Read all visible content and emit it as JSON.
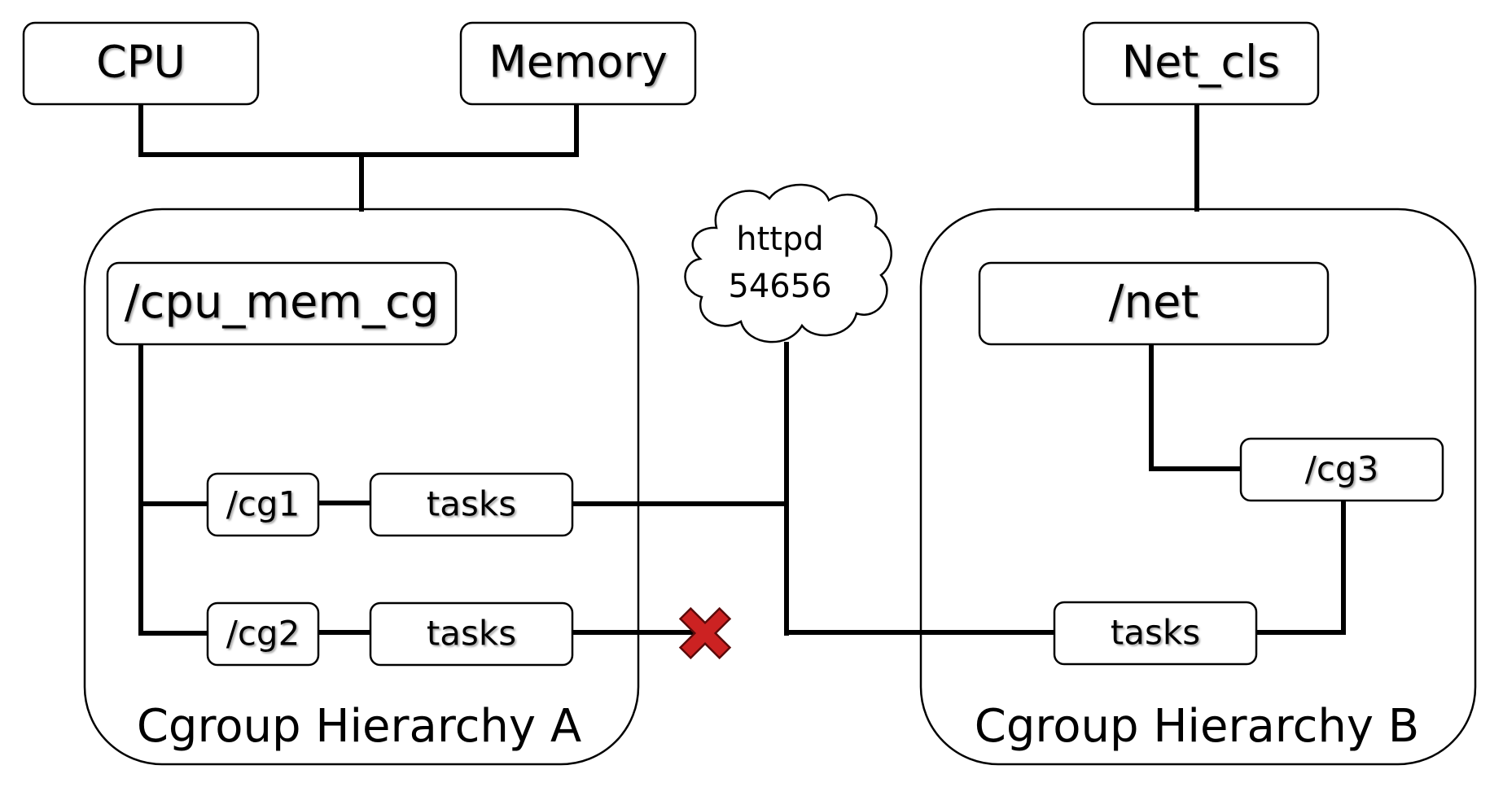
{
  "subsystems": {
    "cpu": "CPU",
    "memory": "Memory",
    "net_cls": "Net_cls"
  },
  "hierarchy_a": {
    "label": "Cgroup Hierarchy A",
    "root": "/cpu_mem_cg",
    "cg1": "/cg1",
    "cg2": "/cg2",
    "tasks1": "tasks",
    "tasks2": "tasks"
  },
  "hierarchy_b": {
    "label": "Cgroup Hierarchy B",
    "root": "/net",
    "cg3": "/cg3",
    "tasks": "tasks"
  },
  "process": {
    "name": "httpd",
    "pid": "54656"
  },
  "colors": {
    "blocked_marker": "#cc2222"
  }
}
